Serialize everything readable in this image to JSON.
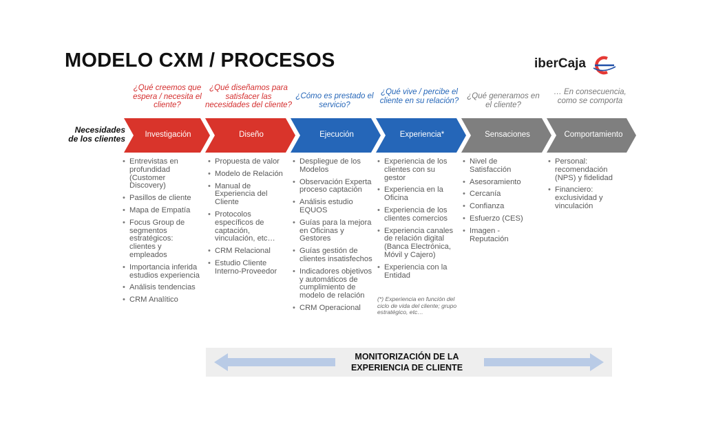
{
  "title": "MODELO CXM / PROCESOS",
  "logo": {
    "text": "iberCaja",
    "icon": "ibercaja-mark-icon",
    "accent": "#e53935",
    "accent2": "#1f4fa8"
  },
  "row_label": "Necesidades de los clientes",
  "colors": {
    "red": "#d9342b",
    "blue": "#2566b8",
    "grey": "#7f7f7f",
    "question_red": "#d42e2e",
    "question_blue": "#2566b8",
    "question_grey": "#777777"
  },
  "stages": [
    {
      "label": "Investigación",
      "question": "¿Qué creemos que espera / necesita el cliente?"
    },
    {
      "label": "Diseño",
      "question": "¿Qué diseñamos para satisfacer las necesidades del cliente?"
    },
    {
      "label": "Ejecución",
      "question": "¿Cómo es prestado el servicio?"
    },
    {
      "label": "Experiencia*",
      "question": "¿Qué vive / percibe el cliente en su relación?"
    },
    {
      "label": "Sensaciones",
      "question": "¿Qué generamos en el cliente?"
    },
    {
      "label": "Comportamiento",
      "question": "… En consecuencia, como se comporta"
    }
  ],
  "items": [
    [
      "Entrevistas en profundidad (Customer Discovery)",
      "Pasillos de cliente",
      "Mapa de Empatía",
      "Focus Group de segmentos estratégicos: clientes y empleados",
      "Importancia inferida estudios experiencia",
      "Análisis tendencias",
      "CRM Analítico"
    ],
    [
      "Propuesta de valor",
      "Modelo de Relación",
      "Manual de Experiencia del Cliente",
      "Protocolos específicos de captación, vinculación, etc…",
      "CRM Relacional",
      "Estudio Cliente Interno-Proveedor"
    ],
    [
      "Despliegue de los Modelos",
      "Observación Experta proceso captación",
      "Análisis estudio EQUOS",
      "Guías para la mejora en Oficinas y Gestores",
      "Guías gestión de clientes insatisfechos",
      "Indicadores objetivos y automáticos de cumplimiento de modelo de relación",
      "CRM Operacional"
    ],
    [
      "Experiencia de los clientes con su gestor",
      "Experiencia en la Oficina",
      "Experiencia de los clientes comercios",
      "Experiencia canales de relación digital (Banca Electrónica, Móvil y Cajero)",
      "Experiencia con la Entidad"
    ],
    [
      "Nivel de Satisfacción",
      "Asesoramiento",
      "Cercanía",
      "Confianza",
      "Esfuerzo (CES)",
      "Imagen - Reputación"
    ],
    [
      "Personal: recomendación (NPS) y fidelidad",
      "Financiero: exclusividad y vinculación"
    ]
  ],
  "footnote": "(*) Experiencia en función del ciclo de vida del cliente; grupo estratégico, etc…",
  "monitor": {
    "line1": "MONITORIZACIÓN DE LA",
    "line2": "EXPERIENCIA DE CLIENTE"
  }
}
